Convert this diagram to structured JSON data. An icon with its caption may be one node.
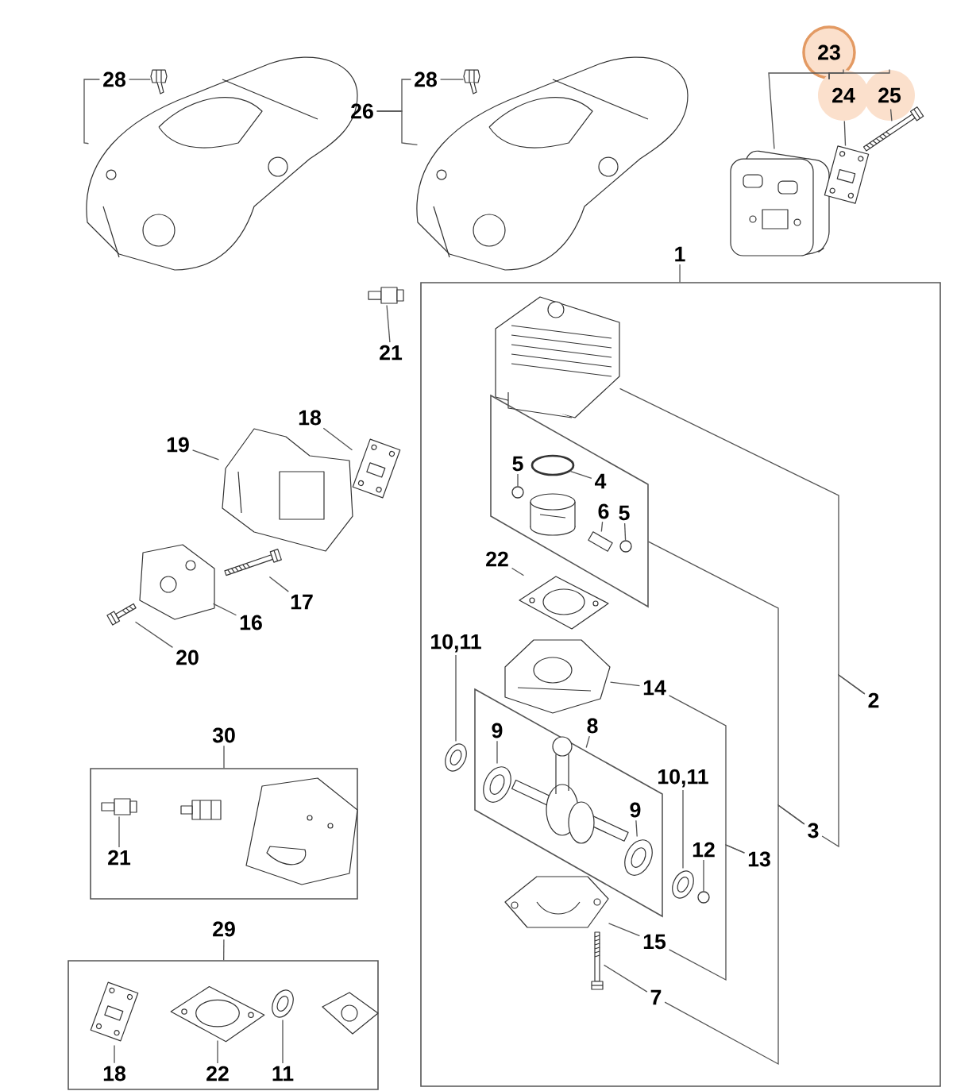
{
  "diagram": {
    "nodes": [
      {
        "text": [],
        "shape": "picture"
      },
      {
        "text": [
          "28"
        ]
      },
      {
        "text": [],
        "shape": "picture"
      },
      {
        "text": [],
        "shape": "picture"
      },
      {
        "text": [
          "26"
        ]
      },
      {
        "text": [
          "28"
        ]
      },
      {
        "text": [],
        "shape": "picture"
      },
      {
        "text": [
          "23"
        ]
      },
      {
        "text": [
          "24"
        ]
      },
      {
        "text": [
          "25"
        ]
      },
      {
        "text": [],
        "shape": "picture"
      },
      {
        "text": [],
        "shape": "picture"
      },
      {
        "text": [],
        "shape": "picture"
      },
      {
        "text": [
          "1"
        ]
      },
      {
        "text": [],
        "shape": "box"
      },
      {
        "text": [],
        "shape": "picture",
        "in": 14
      },
      {
        "text": [],
        "shape": "parallelogram",
        "in": 14
      },
      {
        "text": [
          "5"
        ],
        "in": 16
      },
      {
        "text": [],
        "shape": "circle",
        "in": 16
      },
      {
        "text": [],
        "shape": "circle",
        "in": 16
      },
      {
        "text": [
          "4"
        ],
        "in": 16
      },
      {
        "text": [],
        "shape": "picture",
        "in": 16
      },
      {
        "text": [
          "6"
        ],
        "in": 16
      },
      {
        "text": [],
        "shape": "picture",
        "in": 16
      },
      {
        "text": [
          "5"
        ],
        "in": 16
      },
      {
        "text": [],
        "shape": "circle",
        "in": 16
      },
      {
        "text": [
          "22"
        ],
        "in": 14
      },
      {
        "text": [],
        "shape": "picture",
        "in": 14
      },
      {
        "text": [
          "10,11"
        ],
        "in": 14
      },
      {
        "text": [],
        "shape": "picture",
        "in": 14
      },
      {
        "text": [],
        "shape": "picture",
        "in": 14
      },
      {
        "text": [
          "14"
        ],
        "in": 14
      },
      {
        "text": [],
        "shape": "parallelogram",
        "in": 14
      },
      {
        "text": [
          "9"
        ],
        "in": 32
      },
      {
        "text": [],
        "shape": "picture",
        "in": 32
      },
      {
        "text": [
          "8"
        ],
        "in": 32
      },
      {
        "text": [],
        "shape": "picture",
        "in": 32
      },
      {
        "text": [
          "9"
        ],
        "in": 32
      },
      {
        "text": [],
        "shape": "picture",
        "in": 32
      },
      {
        "text": [
          "10,11"
        ],
        "in": 14
      },
      {
        "text": [],
        "shape": "picture",
        "in": 14
      },
      {
        "text": [
          "12"
        ],
        "in": 14
      },
      {
        "text": [],
        "shape": "circle",
        "in": 14
      },
      {
        "text": [],
        "shape": "picture",
        "in": 14
      },
      {
        "text": [
          "15"
        ],
        "in": 14
      },
      {
        "text": [],
        "shape": "picture",
        "in": 14
      },
      {
        "text": [
          "7"
        ],
        "in": 14
      },
      {
        "text": [
          "2"
        ],
        "in": 14
      },
      {
        "text": [
          "3"
        ],
        "in": 14
      },
      {
        "text": [],
        "shape": "picture"
      },
      {
        "text": [
          "21"
        ]
      },
      {
        "text": [
          "18"
        ]
      },
      {
        "text": [],
        "shape": "picture"
      },
      {
        "text": [
          "19"
        ]
      },
      {
        "text": [],
        "shape": "picture"
      },
      {
        "text": [
          "17"
        ]
      },
      {
        "text": [],
        "shape": "picture"
      },
      {
        "text": [
          "16"
        ]
      },
      {
        "text": [],
        "shape": "picture"
      },
      {
        "text": [
          "20"
        ]
      },
      {
        "text": [],
        "shape": "picture"
      },
      {
        "text": [
          "30"
        ]
      },
      {
        "text": [],
        "shape": "box"
      },
      {
        "text": [],
        "shape": "picture",
        "in": 62
      },
      {
        "text": [
          "21"
        ],
        "in": 62
      },
      {
        "text": [],
        "shape": "picture",
        "in": 62
      },
      {
        "text": [],
        "shape": "picture",
        "in": 62
      },
      {
        "text": [
          "29"
        ]
      },
      {
        "text": [],
        "shape": "box"
      },
      {
        "text": [],
        "shape": "picture",
        "in": 68
      },
      {
        "text": [
          "18"
        ],
        "in": 68
      },
      {
        "text": [],
        "shape": "picture",
        "in": 68
      },
      {
        "text": [
          "22"
        ],
        "in": 68
      },
      {
        "text": [],
        "shape": "picture",
        "in": 68
      },
      {
        "text": [
          "11"
        ],
        "in": 68
      },
      {
        "text": [],
        "shape": "picture",
        "in": 68
      },
      {
        "text": [
          "13"
        ],
        "in": 14
      }
    ],
    "edges": [
      {
        "from": 1,
        "to": 2,
        "arrow": "none"
      },
      {
        "from": 4,
        "to": 3,
        "arrow": "none"
      },
      {
        "from": 5,
        "to": 6,
        "arrow": "none"
      },
      {
        "from": 7,
        "to": 10,
        "arrow": "none"
      },
      {
        "from": 8,
        "to": 11,
        "arrow": "none"
      },
      {
        "from": 9,
        "to": 12,
        "arrow": "none"
      },
      {
        "from": 13,
        "to": 14,
        "arrow": "none"
      },
      {
        "from": 17,
        "to": 18,
        "arrow": "none"
      },
      {
        "from": 20,
        "to": 19,
        "arrow": "none"
      },
      {
        "from": 22,
        "to": 23,
        "arrow": "none"
      },
      {
        "from": 24,
        "to": 25,
        "arrow": "none"
      },
      {
        "from": 26,
        "to": 27,
        "arrow": "none"
      },
      {
        "from": 28,
        "to": 29,
        "arrow": "none"
      },
      {
        "from": 31,
        "to": 30,
        "arrow": "none"
      },
      {
        "from": 33,
        "to": 34,
        "arrow": "none"
      },
      {
        "from": 35,
        "to": 36,
        "arrow": "none"
      },
      {
        "from": 37,
        "to": 38,
        "arrow": "none"
      },
      {
        "from": 39,
        "to": 40,
        "arrow": "none"
      },
      {
        "from": 41,
        "to": 42,
        "arrow": "none"
      },
      {
        "from": 44,
        "to": 43,
        "arrow": "none"
      },
      {
        "from": 46,
        "to": 45,
        "arrow": "none"
      },
      {
        "from": 47,
        "to": 15,
        "arrow": "none"
      },
      {
        "from": 48,
        "to": 16,
        "arrow": "none"
      },
      {
        "from": 50,
        "to": 49,
        "arrow": "none"
      },
      {
        "from": 51,
        "to": 52,
        "arrow": "none"
      },
      {
        "from": 53,
        "to": 54,
        "arrow": "none"
      },
      {
        "from": 55,
        "to": 56,
        "arrow": "none"
      },
      {
        "from": 57,
        "to": 58,
        "arrow": "none"
      },
      {
        "from": 59,
        "to": 60,
        "arrow": "none"
      },
      {
        "from": 61,
        "to": 62,
        "arrow": "none"
      },
      {
        "from": 64,
        "to": 63,
        "arrow": "none"
      },
      {
        "from": 67,
        "to": 68,
        "arrow": "none"
      },
      {
        "from": 70,
        "to": 69,
        "arrow": "none"
      },
      {
        "from": 72,
        "to": 71,
        "arrow": "none"
      },
      {
        "from": 74,
        "to": 73,
        "arrow": "none"
      },
      {
        "from": 1,
        "to": 0,
        "arrow": "none"
      },
      {
        "from": 4,
        "to": 5,
        "arrow": "none"
      },
      {
        "from": 7,
        "to": 8,
        "arrow": "none"
      },
      {
        "from": 7,
        "to": 9,
        "arrow": "none"
      },
      {
        "from": 47,
        "to": 48,
        "arrow": "none"
      },
      {
        "from": 48,
        "to": 46,
        "arrow": "none"
      },
      {
        "from": 76,
        "to": 31,
        "arrow": "none"
      },
      {
        "from": 76,
        "to": 44,
        "arrow": "none"
      }
    ]
  }
}
